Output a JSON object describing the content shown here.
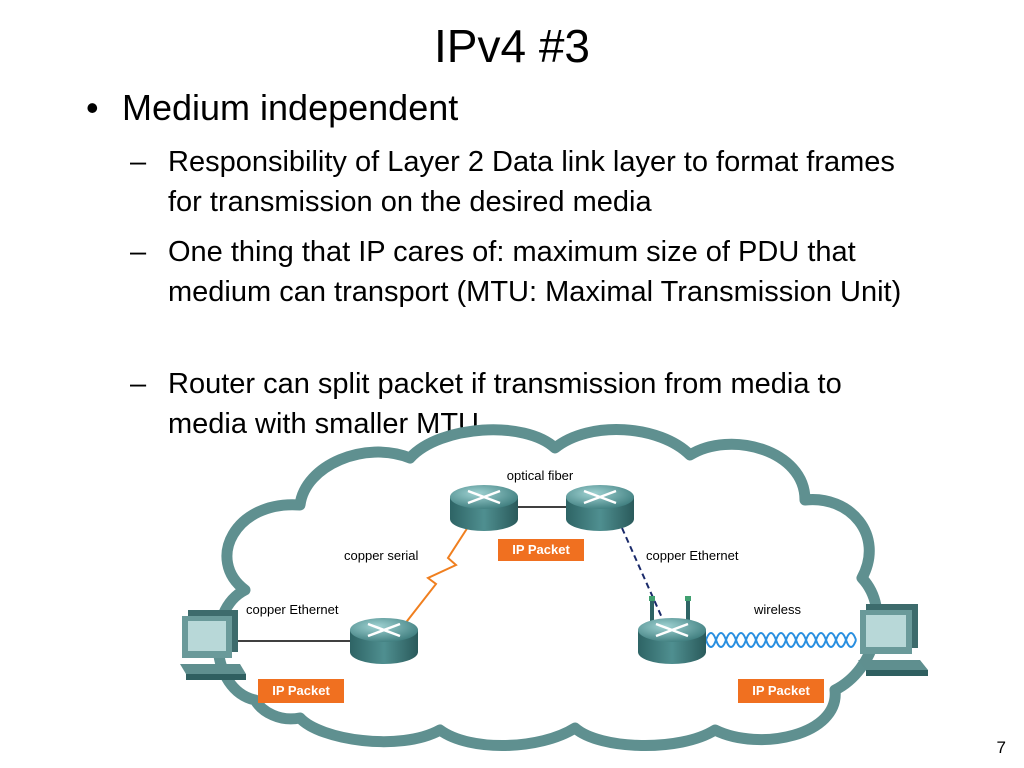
{
  "title": "IPv4 #3",
  "bullet": {
    "marker": "•",
    "text": "Medium independent"
  },
  "sub_marker": "–",
  "sub_bullets": [
    "Responsibility of Layer 2 Data link layer to format frames for transmission on the desired media",
    "One thing that IP cares of: maximum size of PDU that medium can transport (MTU: Maximal Transmission Unit)",
    "Router can split packet if transmission from media to media with smaller MTU"
  ],
  "diagram": {
    "labels": {
      "optical_fiber": "optical fiber",
      "copper_serial": "copper serial",
      "copper_ethernet_right": "copper Ethernet",
      "copper_ethernet_left": "copper Ethernet",
      "wireless": "wireless"
    },
    "packet_label": "IP Packet",
    "colors": {
      "cloud": "#5f9090",
      "router": "#3f7f80",
      "packet": "#f07020",
      "serial_link": "#f07f1f",
      "ethernet_dashed": "#1a2a6a",
      "wireless_wave": "#2a8fe0"
    }
  },
  "page_number": "7"
}
